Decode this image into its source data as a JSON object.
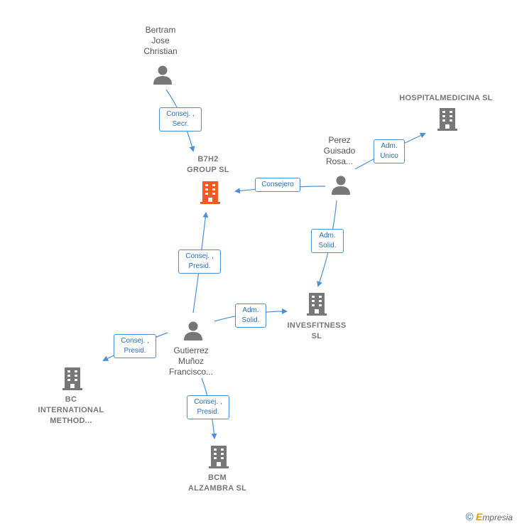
{
  "nodes": {
    "bertram": {
      "lines": [
        "Bertram",
        "Jose",
        "Christian"
      ],
      "type": "person"
    },
    "perez": {
      "lines": [
        "Perez",
        "Guisado",
        "Rosa..."
      ],
      "type": "person"
    },
    "gutierrez": {
      "lines": [
        "Gutierrez",
        "Muñoz",
        "Francisco..."
      ],
      "type": "person"
    },
    "b7h2": {
      "lines": [
        "B7H2",
        "GROUP  SL"
      ],
      "type": "company-focus"
    },
    "hospitalmedicina": {
      "lines": [
        "HOSPITALMEDICINA SL"
      ],
      "type": "company"
    },
    "invesfitness": {
      "lines": [
        "INVESFITNESS",
        "SL"
      ],
      "type": "company"
    },
    "bc_international": {
      "lines": [
        "BC",
        "INTERNATIONAL",
        "METHOD..."
      ],
      "type": "company"
    },
    "bcm_alzambra": {
      "lines": [
        "BCM",
        "ALZAMBRA  SL"
      ],
      "type": "company"
    }
  },
  "edges": {
    "bertram_b7h2": [
      "Consej. ,",
      "Secr."
    ],
    "perez_b7h2": [
      "Consejero"
    ],
    "perez_hospital": [
      "Adm.",
      "Unico"
    ],
    "perez_invesfitness": [
      "Adm.",
      "Solid."
    ],
    "gutierrez_b7h2": [
      "Consej. ,",
      "Presid."
    ],
    "gutierrez_invesfitness": [
      "Adm.",
      "Solid."
    ],
    "gutierrez_bc": [
      "Consej. ,",
      "Presid."
    ],
    "gutierrez_bcm": [
      "Consej. ,",
      "Presid."
    ]
  },
  "colors": {
    "edge": "#4a90d9",
    "person_icon": "#777777",
    "company_icon": "#777777",
    "focus_icon": "#f05a28"
  },
  "brand": {
    "symbol": "©",
    "initial": "E",
    "rest": "mpresia"
  }
}
